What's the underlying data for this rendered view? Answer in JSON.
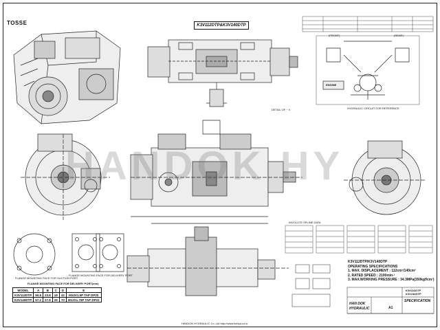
{
  "header": {
    "logo": "TOSSE",
    "title": "K3V112DTP&K3V140DTP"
  },
  "watermark": "HANDOK HY",
  "labels": {
    "front": "(FRONT)",
    "rear": "(REAR)",
    "engine": "ENGINE",
    "hydraulic_circuit": "HYDRAULIC CIRCUIT FOR REFERENCE",
    "detail_v": "DETAIL OF ~ V",
    "flange_suction": "FLANGE MOUNTING FACE FOR SUCTION PORT",
    "flange_delivery_left": "FLANGE MOUNTING FACE FOR DELIVERY PORT",
    "flange_delivery_right": "FLANGE MOUNTING FACE FOR DELIVERY PORT",
    "involute_spline": "INVOLUTE SPLINE DATA"
  },
  "mounting_table": {
    "caption": "FLANGE MOUNTING FACE FOR DELIVERY PORT(mm)",
    "headers": [
      "MODEL",
      "A",
      "B",
      "C",
      "D",
      "E"
    ],
    "rows": [
      [
        "K3V112DTP",
        "50.8",
        "23.8",
        "19",
        "42",
        "M10X1.5P TAP DP20"
      ],
      [
        "K3V140DTP",
        "57.2",
        "27.8",
        "25",
        "70",
        "M12X1.75P TAP DP22"
      ]
    ]
  },
  "specifications": {
    "model": "K3V112DTP/K3V140DTP",
    "heading": "OPERATING SPECIFICATIONS",
    "items": [
      "1. MAX. DISPLACEMENT : 112cm³/140cm³",
      "2. RATED SPEED : 2100min-¹",
      "3. MAX.WORKING PRESSURE : 34.3MPa(350kgf/cm²)"
    ]
  },
  "title_block": {
    "company1": "HAN DOK",
    "company2": "HYDRAULIC",
    "doc_type": "SPECIFICATION",
    "model_a": "K3V112DTP",
    "model_b": "K3V140DTP",
    "sheet": "A1"
  },
  "footer": {
    "center": "HANDOK HYDRAULIC Co.,Ltd http://www.hdhyd.co.kr"
  }
}
